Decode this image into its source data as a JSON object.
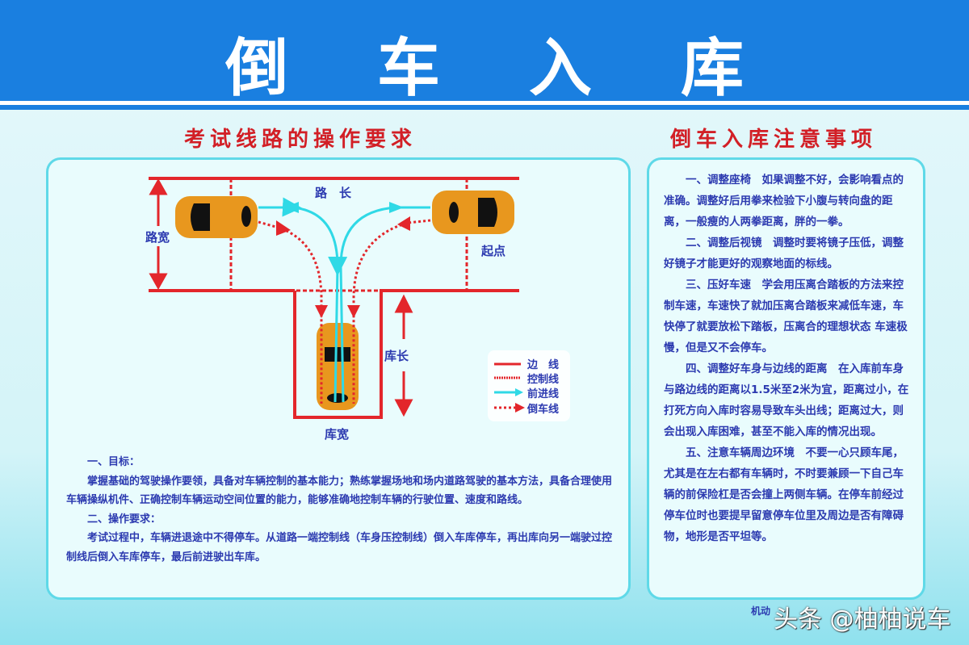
{
  "header": {
    "title": "倒车入库"
  },
  "left": {
    "subtitle": "考试线路的操作要求",
    "diagram": {
      "road_length": "路　长",
      "road_width": "路宽",
      "start": "起点",
      "garage_length": "库长",
      "garage_width": "库宽",
      "legend": [
        {
          "label": "边　线",
          "style": "solid-red"
        },
        {
          "label": "控制线",
          "style": "dashed-red"
        },
        {
          "label": "前进线",
          "style": "cyan-arrow"
        },
        {
          "label": "倒车线",
          "style": "dotted-red-arrow"
        }
      ]
    },
    "paragraphs": [
      "一、目标：",
      "掌握基础的驾驶操作要领，具备对车辆控制的基本能力；熟练掌握场地和场内道路驾驶的基本方法，具备合理使用车辆操纵机件、正确控制车辆运动空间位置的能力，能够准确地控制车辆的行驶位置、速度和路线。",
      "二、操作要求：",
      "考试过程中，车辆进退途中不得停车。从道路一端控制线（车身压控制线）倒入车库停车，再出库向另一端驶过控制线后倒入车库停车，最后前进驶出车库。"
    ]
  },
  "right": {
    "subtitle": "倒车入库注意事项",
    "paragraphs": [
      "一、调整座椅　如果调整不好，会影响看点的准确。调整好后用拳来检验下小腹与转向盘的距离，一般瘦的人两拳距离，胖的一拳。",
      "二、调整后视镜　调整时要将镜子压低，调整好镜子才能更好的观察地面的标线。",
      "三、压好车速　学会用压离合踏板的方法来控制车速，车速快了就加压离合踏板来减低车速，车快停了就要放松下踏板，压离合的理想状态 车速极慢，但是又不会停车。",
      "四、调整好车身与边线的距离　在入库前车身与路边线的距离以1.5米至2米为宜，距离过小，在打死方向入库时容易导致车头出线；距离过大，则会出现入库困难，甚至不能入库的情况出现。",
      "五、注意车辆周边环境　不要一心只顾车尾，尤其是在左右都有车辆时，不时要兼顾一下自己车辆的前保险杠是否会撞上两侧车辆。在停车前经过停车位时也要提早留意停车位里及周边是否有障碍物，地形是否平坦等。"
    ]
  },
  "footer": {
    "text": "机动"
  },
  "watermark": "头条 @柚柚说车",
  "colors": {
    "header_blue": "#1a7fe0",
    "red": "#e3262b",
    "cyan": "#2fd9e6",
    "car": "#e8971e",
    "text_blue": "#2c3ab0"
  }
}
